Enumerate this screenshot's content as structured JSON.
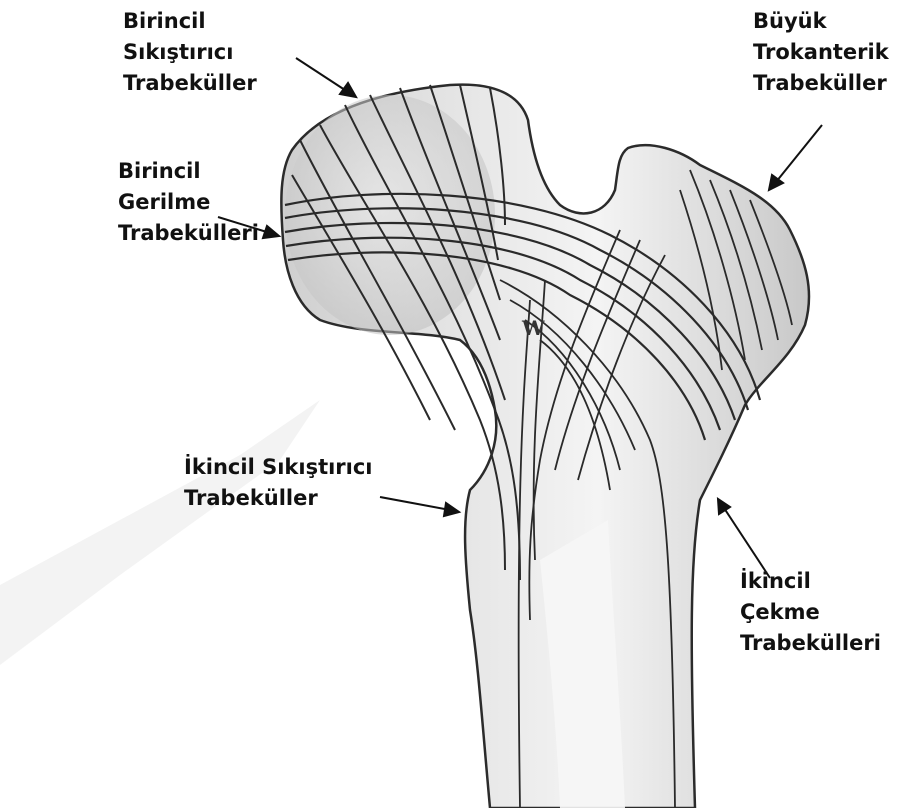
{
  "labels": {
    "primary_compressive": [
      "Birincil",
      "Sıkıştırıcı",
      "Trabeküller"
    ],
    "primary_tensile": [
      "Birincil",
      "Gerilme",
      "Trabekülleri"
    ],
    "greater_trochanter": [
      "Büyük",
      "Trokanterik",
      "Trabeküller"
    ],
    "secondary_compressive": [
      "İkincil Sıkıştırıcı",
      "Trabeküller"
    ],
    "secondary_tensile": [
      "İkincil",
      "Çekme",
      "Trabekülleri"
    ]
  },
  "region_letter": "W",
  "colors": {
    "bone_fill": "#dcdcdc",
    "bone_light": "#eeeeee",
    "bone_outline": "#2b2b2b",
    "trabecula_line": "#2a2a2a",
    "label_text": "#111111",
    "watermark": "#f2f2f2"
  }
}
